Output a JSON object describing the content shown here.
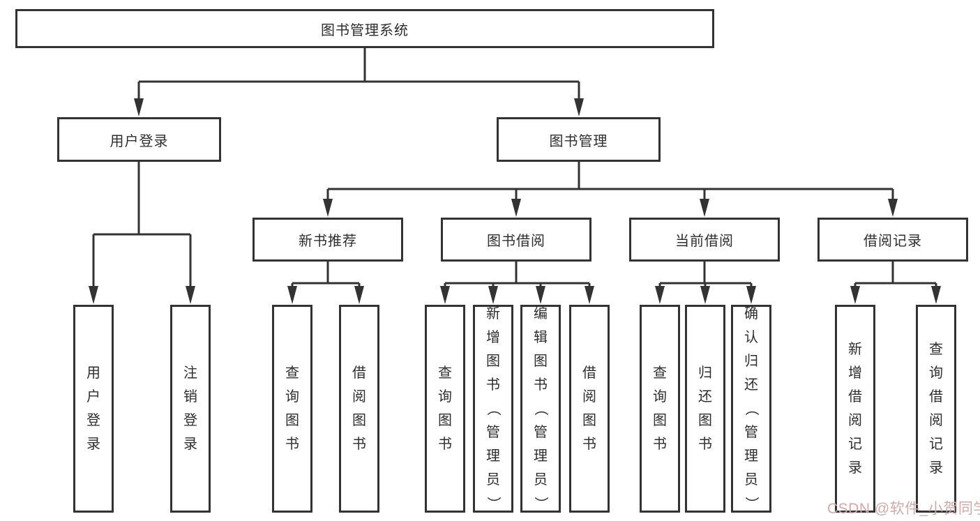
{
  "tree": {
    "root": "图书管理系统",
    "branches": [
      {
        "label": "用户登录",
        "leaves": [
          "用户登录",
          "注销登录"
        ]
      },
      {
        "label": "图书管理",
        "groups": [
          {
            "label": "新书推荐",
            "leaves": [
              "查询图书",
              "借阅图书"
            ]
          },
          {
            "label": "图书借阅",
            "leaves": [
              "查询图书",
              "新增图书（管理员）",
              "编辑图书（管理员）",
              "借阅图书"
            ]
          },
          {
            "label": "当前借阅",
            "leaves": [
              "查询图书",
              "归还图书",
              "确认归还（管理员）"
            ]
          },
          {
            "label": "借阅记录",
            "leaves": [
              "新增借阅记录",
              "查询借阅记录"
            ]
          }
        ]
      }
    ]
  },
  "watermark": {
    "text": "CSDN @软件_小贺同学",
    "color": "#d5a8a8"
  },
  "colors": {
    "line": "#333333",
    "text": "#2d2d2d",
    "background": "#ffffff"
  }
}
